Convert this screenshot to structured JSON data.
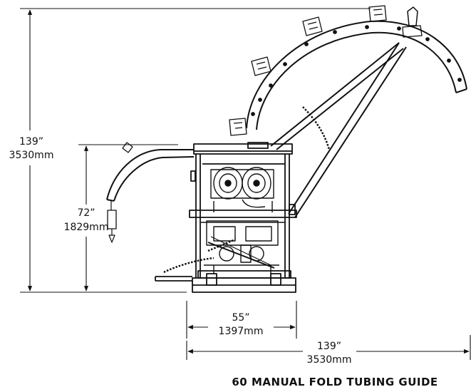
{
  "dimensions": {
    "overall_height": {
      "imperial": "139”",
      "metric": "3530mm"
    },
    "guide_height": {
      "imperial": "72”",
      "metric": "1829mm"
    },
    "base_width": {
      "imperial": "55”",
      "metric": "1397mm"
    },
    "overall_width": {
      "imperial": "139”",
      "metric": "3530mm"
    }
  },
  "title": "60 MANUAL FOLD TUBING GUIDE"
}
